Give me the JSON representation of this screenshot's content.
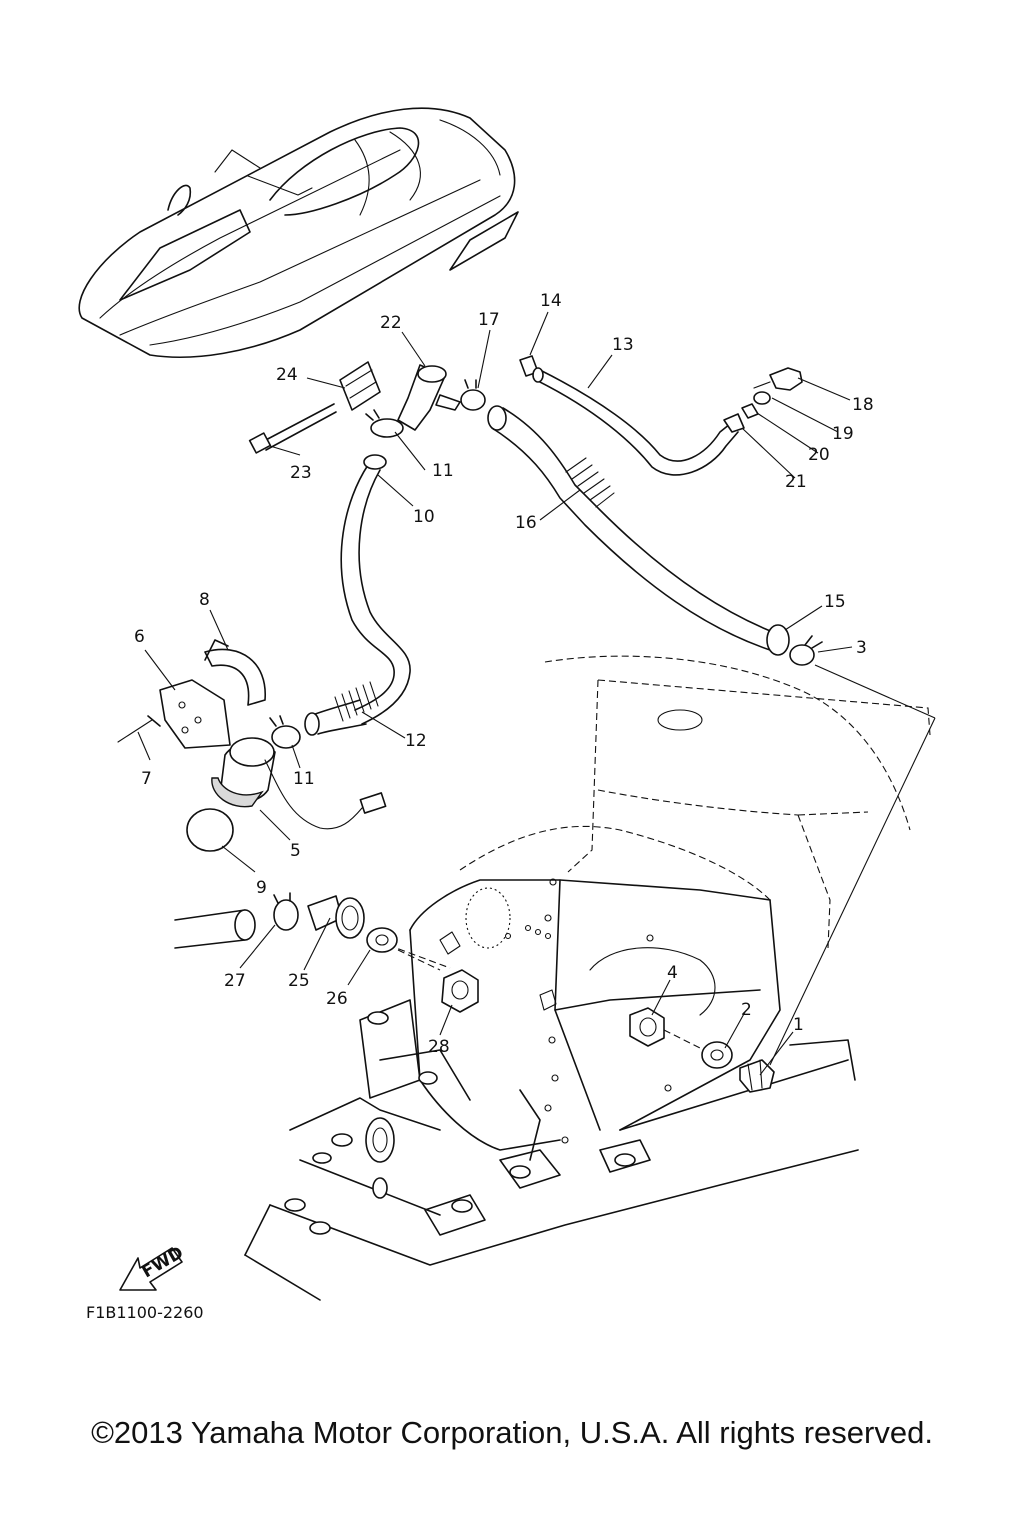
{
  "diagram": {
    "callouts": [
      "1",
      "2",
      "3",
      "4",
      "5",
      "6",
      "7",
      "8",
      "9",
      "10",
      "11",
      "11",
      "12",
      "13",
      "14",
      "15",
      "16",
      "17",
      "18",
      "19",
      "20",
      "21",
      "22",
      "23",
      "24",
      "25",
      "26",
      "27",
      "28"
    ],
    "fwd_label": "FWD",
    "drawing_code": "F1B1100-2260"
  },
  "footer": {
    "copyright": "©2013 Yamaha Motor Corporation, U.S.A. All rights reserved."
  },
  "colors": {
    "line": "#111111",
    "background": "#ffffff"
  }
}
